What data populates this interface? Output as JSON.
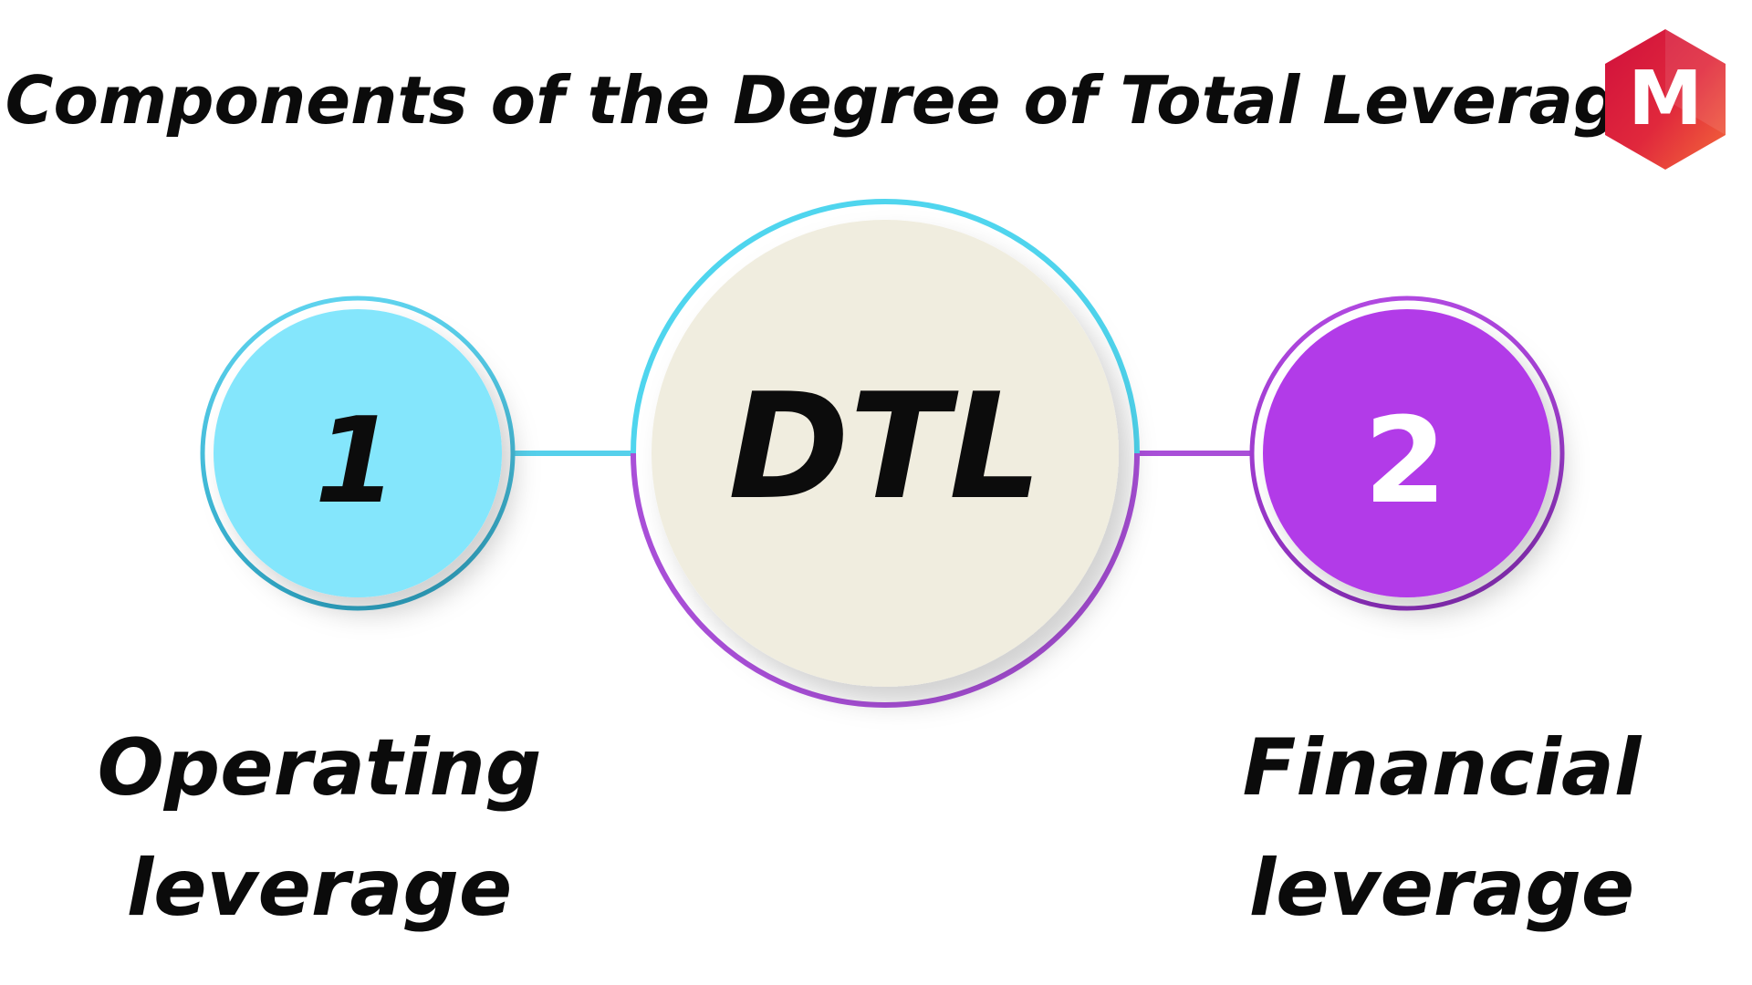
{
  "title": "Components of the Degree of Total Leverage",
  "logo": {
    "letter": "M"
  },
  "center": {
    "label": "DTL"
  },
  "components": [
    {
      "number": "1",
      "label_line1": "Operating",
      "label_line2": "leverage",
      "color": "#84E6FC",
      "ring_color": "#48C5E3"
    },
    {
      "number": "2",
      "label_line1": "Financial",
      "label_line2": "leverage",
      "color": "#B13BE8",
      "ring_color": "#A23DD1"
    }
  ],
  "colors": {
    "center_fill": "#F0EDDF",
    "ring_top": "#4FD5EE",
    "ring_bottom": "#A94FD8",
    "logo_red": "#C8103E",
    "logo_orange": "#F0573A"
  }
}
